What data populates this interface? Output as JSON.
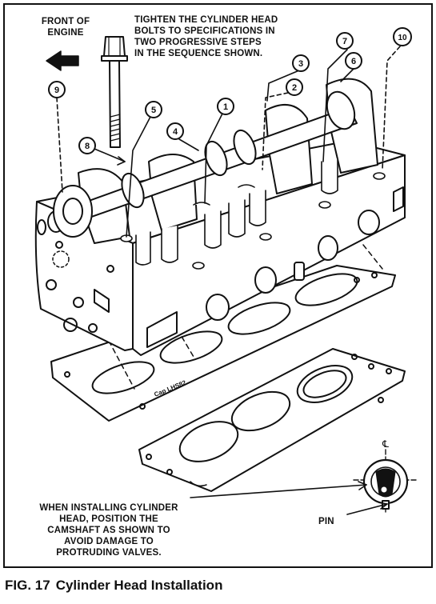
{
  "figure": {
    "number": "FIG. 17",
    "title": "Cylinder Head Installation"
  },
  "annotations": {
    "front_of_engine": "FRONT OF\nENGINE",
    "tighten_instruction": "TIGHTEN THE CYLINDER HEAD\nBOLTS TO SPECIFICATIONS IN\nTWO PROGRESSIVE STEPS\nIN THE SEQUENCE SHOWN.",
    "camshaft_instruction": "WHEN INSTALLING CYLINDER\nHEAD, POSITION THE\nCAMSHAFT AS SHOWN TO\nAVOID DAMAGE TO\nPROTRUDING VALVES.",
    "pin": "PIN",
    "centerline_symbol": "℄"
  },
  "bolt_sequence": [
    "1",
    "2",
    "3",
    "4",
    "5",
    "6",
    "7",
    "8",
    "9",
    "10"
  ],
  "gasket_imprint": "Cap LHS82"
}
